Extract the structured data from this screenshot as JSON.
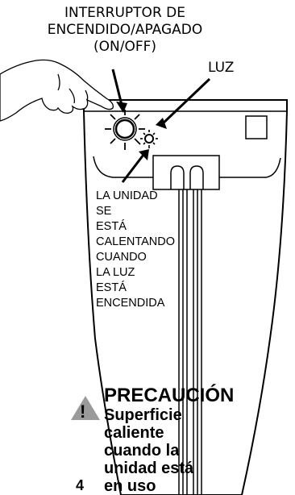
{
  "labels": {
    "switch_line1": "INTERRUPTOR DE",
    "switch_line2": "ENCENDIDO/APAGADO",
    "switch_line3": "(ON/OFF)",
    "light": "LUZ"
  },
  "heating_note": [
    "LA UNIDAD",
    "SE",
    "ESTÁ",
    "CALENTANDO",
    "CUANDO",
    "LA LUZ",
    "ESTÁ",
    "ENCENDIDA"
  ],
  "caution": {
    "title": "PRECAUCIÓN",
    "lines": [
      "Superficie",
      "caliente",
      "cuando la",
      "unidad está",
      "en uso"
    ]
  },
  "page_number": "4"
}
